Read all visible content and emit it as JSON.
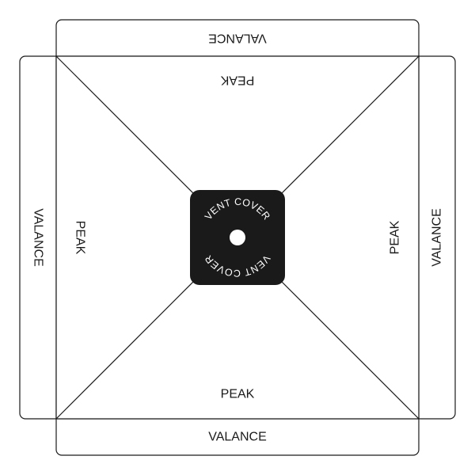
{
  "labels": {
    "valance_top": "VALANCE",
    "valance_bottom": "VALANCE",
    "valance_left": "VALANCE",
    "valance_right": "VALANCE",
    "peak_top": "PEAK",
    "peak_bottom": "PEAK",
    "peak_left": "PEAK",
    "peak_right": "PEAK",
    "vent_top": "VENT COVER",
    "vent_bottom": "VENT COVER"
  },
  "colors": {
    "line": "#1a1a1a",
    "vent_fill": "#1a1a1a",
    "vent_hole": "#ffffff",
    "background": "#ffffff"
  }
}
